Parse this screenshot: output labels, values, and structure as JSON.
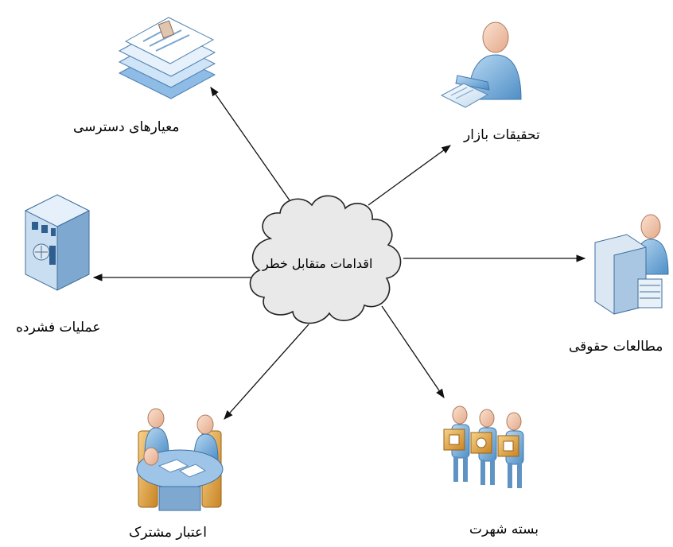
{
  "center": {
    "label": "اقدامات متقابل خطر"
  },
  "nodes": [
    {
      "id": "access-criteria",
      "label": "معیارهای دسترسی",
      "icon": "document-stack-icon"
    },
    {
      "id": "market-research",
      "label": "تحقیقات بازار",
      "icon": "person-reading-icon"
    },
    {
      "id": "compressed-ops",
      "label": "عملیات فشرده",
      "icon": "building-safe-icon"
    },
    {
      "id": "legal-studies",
      "label": "مطالعات حقوقی",
      "icon": "person-at-counter-icon"
    },
    {
      "id": "shared-credit",
      "label": "اعتبار مشترک",
      "icon": "meeting-table-icon"
    },
    {
      "id": "reputation-package",
      "label": "بسته شهرت",
      "icon": "people-carrying-boxes-icon"
    }
  ],
  "colors": {
    "cloud_fill": "#e9e9e9",
    "cloud_stroke": "#222222",
    "arrow": "#111111",
    "person_blue": "#7fb2dc",
    "box_orange": "#e2a445"
  }
}
